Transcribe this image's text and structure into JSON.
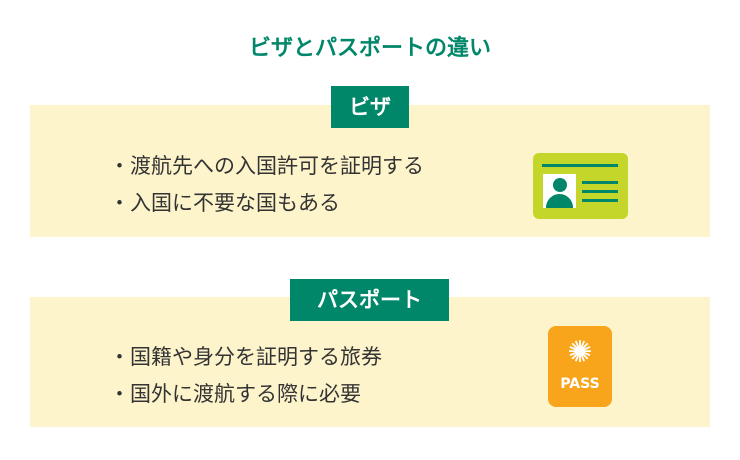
{
  "title": "ビザとパスポートの違い",
  "visa": {
    "label": "ビザ",
    "items": [
      "渡航先への入国許可を証明する",
      "入国に不要な国もある"
    ]
  },
  "passport": {
    "label": "パスポート",
    "items": [
      "国籍や身分を証明する旅券",
      "国外に渡航する際に必要"
    ],
    "icon_text": "PASS"
  },
  "colors": {
    "accent": "#00876a",
    "panel": "#fdf4cb",
    "card": "#c5d62b",
    "pass": "#f9a51b"
  }
}
